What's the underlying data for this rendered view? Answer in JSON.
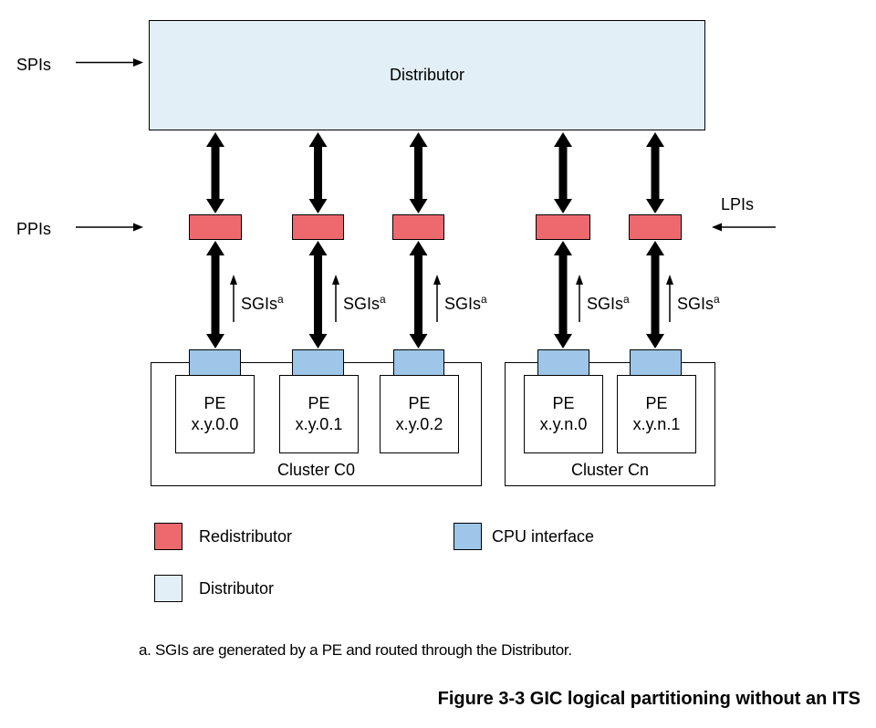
{
  "labels": {
    "spis": "SPIs",
    "ppis": "PPIs",
    "lpis": "LPIs",
    "sgis": "SGIs",
    "sgis_sup": "a",
    "distributor": "Distributor"
  },
  "clusters": [
    {
      "label": "Cluster C0",
      "pes": [
        {
          "line1": "PE",
          "line2": "x.y.0.0"
        },
        {
          "line1": "PE",
          "line2": "x.y.0.1"
        },
        {
          "line1": "PE",
          "line2": "x.y.0.2"
        }
      ]
    },
    {
      "label": "Cluster Cn",
      "pes": [
        {
          "line1": "PE",
          "line2": "x.y.n.0"
        },
        {
          "line1": "PE",
          "line2": "x.y.n.1"
        }
      ]
    }
  ],
  "legend": [
    {
      "label": "Redistributor"
    },
    {
      "label": "CPU interface"
    },
    {
      "label": "Distributor"
    }
  ],
  "footnote": "a. SGIs are generated by a PE and routed through the Distributor.",
  "caption": "Figure 3-3 GIC logical partitioning without an ITS",
  "colors": {
    "redistributor": "#ee696e",
    "cpu_interface": "#9dc6e8",
    "distributor_fill": "#e3eff7"
  }
}
